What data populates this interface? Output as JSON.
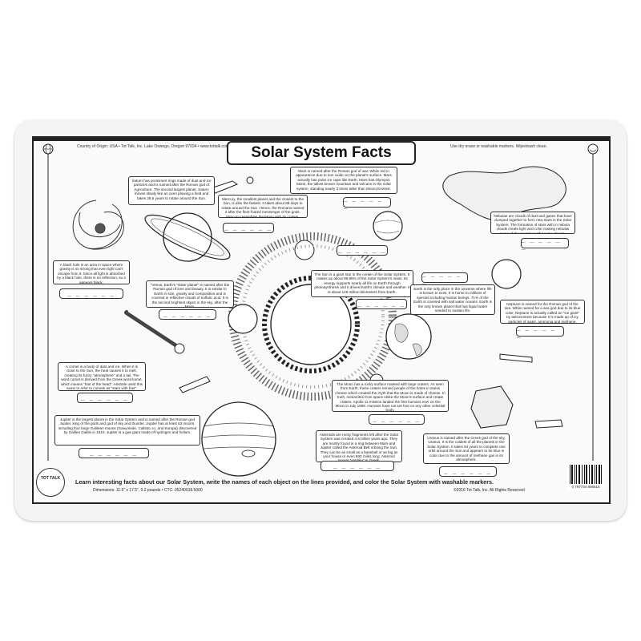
{
  "header": {
    "origin": "Country of Origin: USA  •  Tot Talk, Inc. Lake Oswego, Oregon 97034  •  www.tottalk.com",
    "instructions": "Use dry erase or washable markers.    Wipe/wash clean.",
    "title": "Solar System Facts"
  },
  "facts": {
    "saturn": "Saturn has prominent rings made of dust and ice particles and is named after the Roman god of Agriculture. The second largest planet, Saturn moves slowly like an oxen plowing a field and takes 29.5 years to rotate around the Sun.",
    "mercury": "Mercury, the smallest planet and the closest to the Sun, is also the fastest. It takes about 88 days to rotate around the Sun. Hence, the Romans named it after the fleet-footed messenger of the gods. Mercury resembles the Moon with its craters.",
    "mars": "Mars is named after the Roman god of war. While red in appearance due to iron oxide on the planet's surface, Mars actually has polar ice caps like Earth. Mars has Olympus Mons, the tallest known mountain and volcano in the solar system, standing nearly 3 times taller than Mount Everest.",
    "nebula": "Nebulae are clouds of dust and gases that have clumped together to form new stars in the Solar System. The formation of stars with in nebula clouds create light and color making nebulas some of the most beautiful solar objects.",
    "black_hole": "A black hole is an area in space where gravity is so strong that even light can't escape from it. Since all light is absorbed by a black hole, there is no reflection, so it appears black.",
    "venus": "\"Venus, Earth's \"sister planet\" is named after the Roman god of love and beauty. It is similar to Earth in size, gravity and composition and is covered in reflective clouds of sulfuric acid. It is the second brightest object in the sky, after the Moon.",
    "sun": "The Sun is a giant star in the center of the Solar System. It makes up about 99.86% of the Solar System's mass. Its energy supports nearly all life on Earth through photosynthesis and it drives Earth's climate and weather. It is about 149 million kilometers from Earth.",
    "earth": "Earth is the only place in the universe where life is known to exist. It is home to millions of species including human beings. 71% of the Earth is covered with salt water oceans. Earth is the only known planet that has liquid water needed to sustain life.",
    "neptune": "Neptune is named for the Roman god of the sea. While named for a sea god due to its blue color, Neptune is actually called an \"ice giant\" by astronomers because it is made up of icy particles of water, ammonia and methane.",
    "comet": "A comet is a body of dust and ice. When it is close to the Sun, the heat causes it to melt, creating its fuzzy \"atmosphere\" and a tail. The word comet is derived from the Greek word komē, which means \"hair of the head\". Aristotle used this name to refer to comets as \"stars with hair\".",
    "moon": "The Moon has a rocky surface marked with large craters. As seen from Earth, these craters remind people of the holes in Swiss cheese which created the myth that the Moon is made of cheese. In truth, meteorites from space strike the Moon's surface and create craters. Apollo 11 mission landed the first humans ever on the Moon in July 1969. Humans have not set foot on any other celestial body.",
    "jupiter": "Jupiter is the largest planet in the Solar System and is named after the Roman god Jupiter, king of the gods and god of sky and thunder. Jupiter has at least 63 moons, including four large Galilean moons (Ganymede, Callisto, Io, and Europa) discovered by Galileo Galilei in 1610. Jupiter is a gas giant made of hydrogen and helium.",
    "asteroids": "Asteroids are rocky fragments left after the Solar System was created 4.6 billion years ago. They are mostly found in a ring between Mars and Jupiter called the Asteroid Belt orbiting the Sun. They can be as small as a baseball or as big as your house or even 500 miles long. Asteroid means \"starlike\" in Greek.",
    "uranus": "Uranus is named after the Greek god of the sky, Uranus. It is the coldest of all the planets in the Solar System. It takes 84 years to complete one orbit around the Sun and appears to be blue in color due to the amount of methane gas in its atmosphere."
  },
  "answer_blank": "_ _ _ _ _ _",
  "footer": {
    "tagline": "Learn interesting facts about our Solar System, write the names of each object on the lines provided, and color the Solar System with washable markers.",
    "dimensions": "Dimensions: 11.5\" x 17.5\", 0.2 pounds  •  CTC: 05240018.5000",
    "copyright": "©2016  Tot Talk, Inc. All Rights Reserved",
    "barcode_number": "0  797734  806515",
    "logo_text": "TOT TALK"
  },
  "ship_label": "TOT TALK"
}
